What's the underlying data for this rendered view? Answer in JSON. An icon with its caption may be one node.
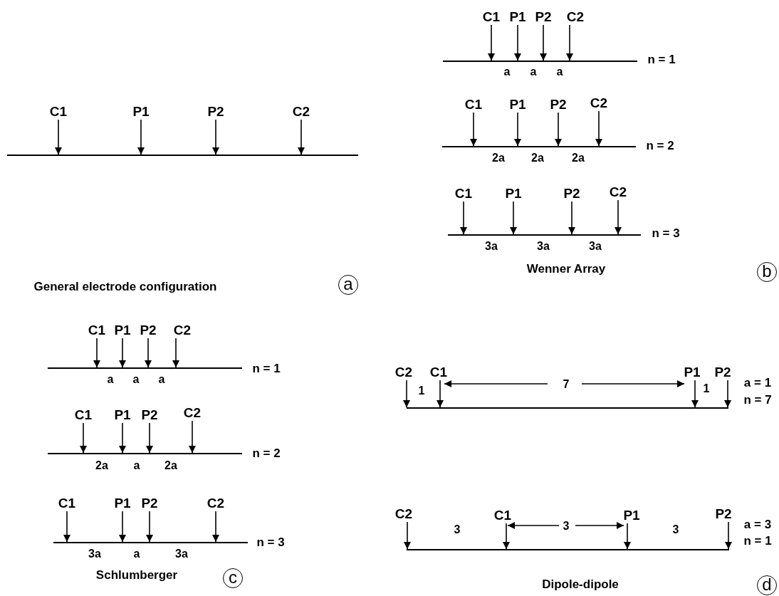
{
  "diagram": {
    "nodes": [
      {
        "text": [
          "C1"
        ]
      },
      {
        "text": [
          "P1"
        ]
      },
      {
        "text": [
          "P2"
        ]
      },
      {
        "text": [
          "C2"
        ]
      },
      {
        "text": [],
        "shape": "line"
      },
      {
        "text": [
          "C1"
        ]
      },
      {
        "text": [
          "P1"
        ]
      },
      {
        "text": [
          "P2"
        ]
      },
      {
        "text": [
          "C2"
        ]
      },
      {
        "text": [],
        "shape": "line"
      },
      {
        "text": [
          "C1"
        ]
      },
      {
        "text": [
          "P1"
        ]
      },
      {
        "text": [
          "P2"
        ]
      },
      {
        "text": [
          "C2"
        ]
      },
      {
        "text": [],
        "shape": "line"
      },
      {
        "text": [
          "C1"
        ]
      },
      {
        "text": [
          "P1"
        ]
      },
      {
        "text": [
          "P2"
        ]
      },
      {
        "text": [
          "C2"
        ]
      },
      {
        "text": [],
        "shape": "line"
      },
      {
        "text": [
          "C1"
        ]
      },
      {
        "text": [
          "P1"
        ]
      },
      {
        "text": [
          "P2"
        ]
      },
      {
        "text": [
          "C2"
        ]
      },
      {
        "text": [],
        "shape": "line"
      },
      {
        "text": [
          "C1"
        ]
      },
      {
        "text": [
          "P1"
        ]
      },
      {
        "text": [
          "P2"
        ]
      },
      {
        "text": [
          "C2"
        ]
      },
      {
        "text": [],
        "shape": "line"
      },
      {
        "text": [
          "C1"
        ]
      },
      {
        "text": [
          "P1"
        ]
      },
      {
        "text": [
          "P2"
        ]
      },
      {
        "text": [
          "C2"
        ]
      },
      {
        "text": [],
        "shape": "line"
      },
      {
        "text": [
          "C2"
        ]
      },
      {
        "text": [
          "C1"
        ]
      },
      {
        "text": [
          "P1"
        ]
      },
      {
        "text": [
          "P2"
        ]
      },
      {
        "text": [],
        "shape": "line"
      },
      {
        "text": [
          "C2"
        ]
      },
      {
        "text": [
          "C1"
        ]
      },
      {
        "text": [
          "P1"
        ]
      },
      {
        "text": [
          "P2"
        ]
      },
      {
        "text": [],
        "shape": "line"
      }
    ],
    "edges": [
      {
        "from": 0,
        "to": 4,
        "arrow": "to"
      },
      {
        "from": 1,
        "to": 4,
        "arrow": "to"
      },
      {
        "from": 2,
        "to": 4,
        "arrow": "to"
      },
      {
        "from": 3,
        "to": 4,
        "arrow": "to"
      },
      {
        "from": 5,
        "to": 9,
        "arrow": "to"
      },
      {
        "from": 6,
        "to": 9,
        "arrow": "to"
      },
      {
        "from": 7,
        "to": 9,
        "arrow": "to"
      },
      {
        "from": 8,
        "to": 9,
        "arrow": "to"
      },
      {
        "from": 10,
        "to": 14,
        "arrow": "to"
      },
      {
        "from": 11,
        "to": 14,
        "arrow": "to"
      },
      {
        "from": 12,
        "to": 14,
        "arrow": "to"
      },
      {
        "from": 13,
        "to": 14,
        "arrow": "to"
      },
      {
        "from": 15,
        "to": 19,
        "arrow": "to"
      },
      {
        "from": 16,
        "to": 19,
        "arrow": "to"
      },
      {
        "from": 17,
        "to": 19,
        "arrow": "to"
      },
      {
        "from": 18,
        "to": 19,
        "arrow": "to"
      },
      {
        "from": 20,
        "to": 24,
        "arrow": "to"
      },
      {
        "from": 21,
        "to": 24,
        "arrow": "to"
      },
      {
        "from": 22,
        "to": 24,
        "arrow": "to"
      },
      {
        "from": 23,
        "to": 24,
        "arrow": "to"
      },
      {
        "from": 25,
        "to": 29,
        "arrow": "to"
      },
      {
        "from": 26,
        "to": 29,
        "arrow": "to"
      },
      {
        "from": 27,
        "to": 29,
        "arrow": "to"
      },
      {
        "from": 28,
        "to": 29,
        "arrow": "to"
      },
      {
        "from": 30,
        "to": 34,
        "arrow": "to"
      },
      {
        "from": 31,
        "to": 34,
        "arrow": "to"
      },
      {
        "from": 32,
        "to": 34,
        "arrow": "to"
      },
      {
        "from": 33,
        "to": 34,
        "arrow": "to"
      },
      {
        "from": 35,
        "to": 39,
        "arrow": "to"
      },
      {
        "from": 36,
        "to": 39,
        "arrow": "to"
      },
      {
        "from": 37,
        "to": 39,
        "arrow": "to"
      },
      {
        "from": 38,
        "to": 39,
        "arrow": "to"
      },
      {
        "from": 40,
        "to": 44,
        "arrow": "to"
      },
      {
        "from": 41,
        "to": 44,
        "arrow": "to"
      },
      {
        "from": 42,
        "to": 44,
        "arrow": "to"
      },
      {
        "from": 43,
        "to": 44,
        "arrow": "to"
      }
    ],
    "labels": [
      "General electrode configuration",
      "a",
      "n = 1",
      "a",
      "a",
      "a",
      "n = 2",
      "2a",
      "2a",
      "2a",
      "n = 3",
      "3a",
      "3a",
      "3a",
      "Wenner Array",
      "b",
      "n = 1",
      "a",
      "a",
      "a",
      "n = 2",
      "2a",
      "a",
      "2a",
      "n = 3",
      "3a",
      "a",
      "3a",
      "Schlumberger",
      "c",
      "1",
      "7",
      "1",
      "a = 1",
      "n = 7",
      "3",
      "3",
      "3",
      "a = 3",
      "n = 1",
      "Dipole-dipole",
      "d"
    ]
  }
}
